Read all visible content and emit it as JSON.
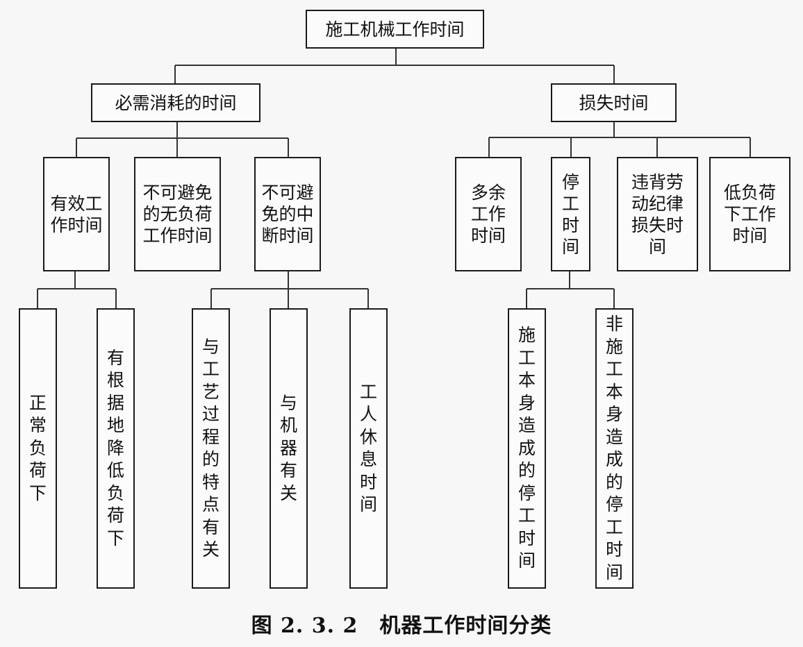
{
  "root": "施工机械工作时间",
  "necessary": {
    "label": "必需消耗的时间",
    "effective": {
      "label": "有效工作时间",
      "children": [
        "正常负荷下",
        "有根据地降低负荷下"
      ]
    },
    "no_load": "不可避免的无负荷工作时间",
    "interruption": {
      "label": "不可避免的中断时间",
      "children": [
        "与工艺过程的特点有关",
        "与机器有关",
        "工人休息时间"
      ]
    }
  },
  "loss": {
    "label": "损失时间",
    "extra": "多余工作时间",
    "stop": {
      "label": "停工时间",
      "children": [
        "施工本身造成的停工时间",
        "非施工本身造成的停工时间"
      ]
    },
    "discipline": "违背劳动纪律损失时间",
    "low_load": "低负荷下工作时间"
  },
  "caption": "图 2. 3. 2　机器工作时间分类"
}
